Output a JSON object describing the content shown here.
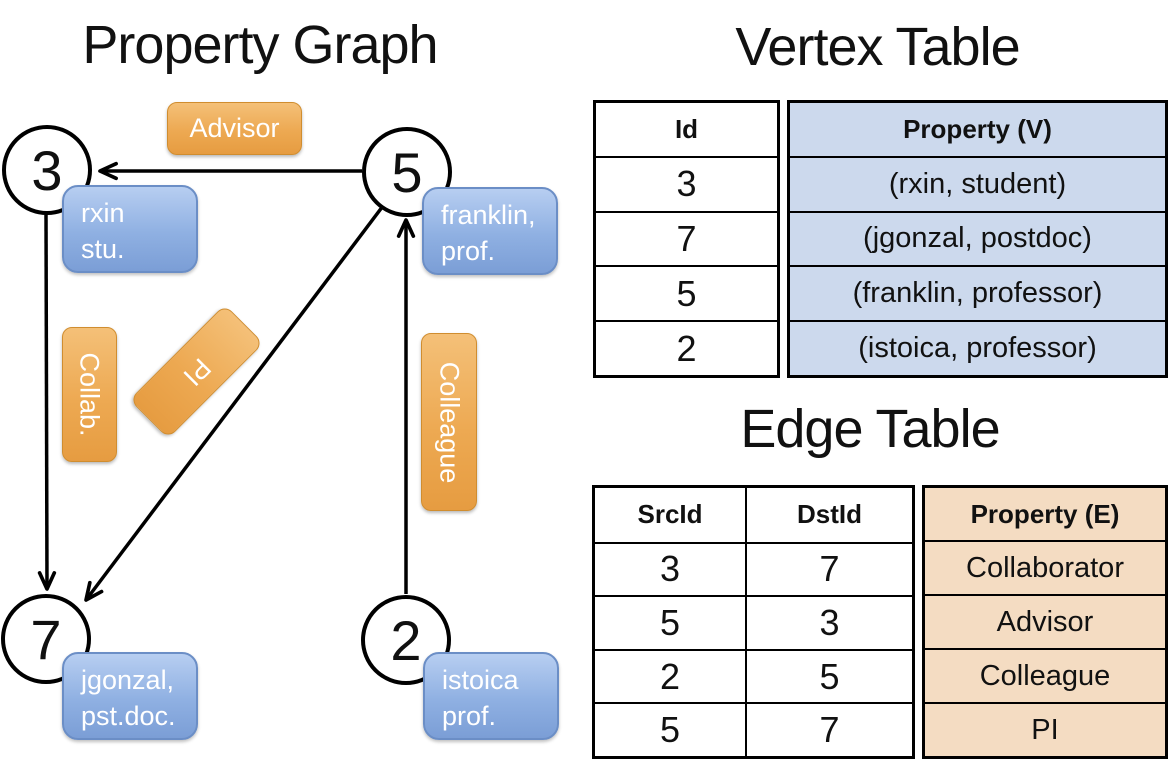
{
  "graph": {
    "title": "Property Graph",
    "nodes": [
      {
        "id": "3",
        "property_label": "rxin\nstu."
      },
      {
        "id": "5",
        "property_label": "franklin,\nprof."
      },
      {
        "id": "7",
        "property_label": "jgonzal,\npst.doc."
      },
      {
        "id": "2",
        "property_label": "istoica\nprof."
      }
    ],
    "edge_labels": [
      "Advisor",
      "Collab.",
      "PI",
      "Colleague"
    ]
  },
  "vertex_table": {
    "title": "Vertex Table",
    "headers": [
      "Id",
      "Property (V)"
    ],
    "rows": [
      [
        "3",
        "(rxin, student)"
      ],
      [
        "7",
        "(jgonzal, postdoc)"
      ],
      [
        "5",
        "(franklin, professor)"
      ],
      [
        "2",
        "(istoica, professor)"
      ]
    ]
  },
  "edge_table": {
    "title": "Edge Table",
    "headers": [
      "SrcId",
      "DstId",
      "Property (E)"
    ],
    "rows": [
      [
        "3",
        "7",
        "Collaborator"
      ],
      [
        "5",
        "3",
        "Advisor"
      ],
      [
        "2",
        "5",
        "Colleague"
      ],
      [
        "5",
        "7",
        "PI"
      ]
    ]
  },
  "colors": {
    "edge_label_orange": "#eda952",
    "vertex_label_blue": "#8fb0e2",
    "vertex_cell_blue": "#ccd9ed",
    "edge_cell_orange": "#f4dcc2",
    "line_black": "#000000"
  }
}
